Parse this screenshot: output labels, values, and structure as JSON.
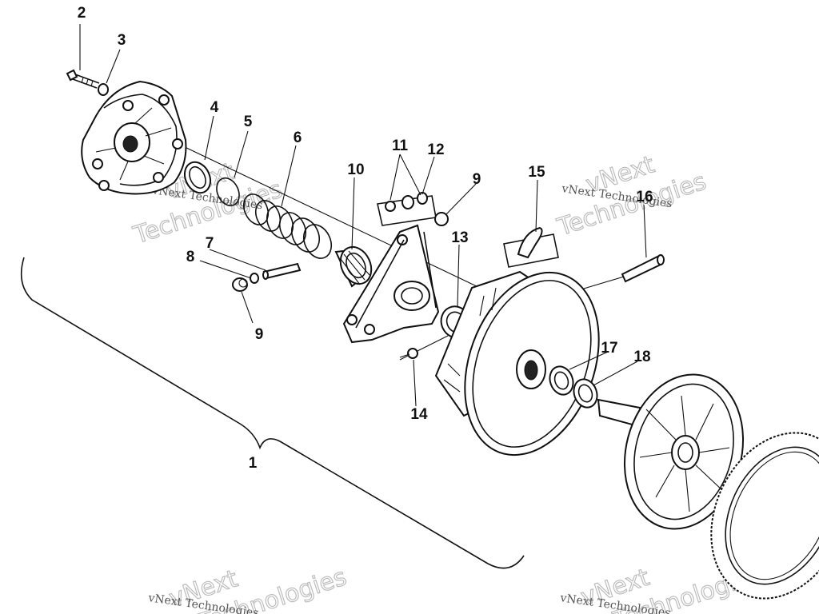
{
  "diagram": {
    "callouts": [
      {
        "id": "c1",
        "label": "1"
      },
      {
        "id": "c2",
        "label": "2"
      },
      {
        "id": "c3",
        "label": "3"
      },
      {
        "id": "c4",
        "label": "4"
      },
      {
        "id": "c5",
        "label": "5"
      },
      {
        "id": "c6",
        "label": "6"
      },
      {
        "id": "c7",
        "label": "7"
      },
      {
        "id": "c8",
        "label": "8"
      },
      {
        "id": "c9a",
        "label": "9"
      },
      {
        "id": "c9b",
        "label": "9"
      },
      {
        "id": "c10",
        "label": "10"
      },
      {
        "id": "c11",
        "label": "11"
      },
      {
        "id": "c12",
        "label": "12"
      },
      {
        "id": "c13",
        "label": "13"
      },
      {
        "id": "c14",
        "label": "14"
      },
      {
        "id": "c15",
        "label": "15"
      },
      {
        "id": "c16",
        "label": "16"
      },
      {
        "id": "c17",
        "label": "17"
      },
      {
        "id": "c18",
        "label": "18"
      }
    ]
  },
  "watermark": {
    "brand_line1": "vNext",
    "brand_line2": "Technologies",
    "small_text": "vNext Technologies"
  },
  "colors": {
    "ink": "#111111",
    "watermark": "#b8b8b8",
    "background": "#ffffff"
  }
}
